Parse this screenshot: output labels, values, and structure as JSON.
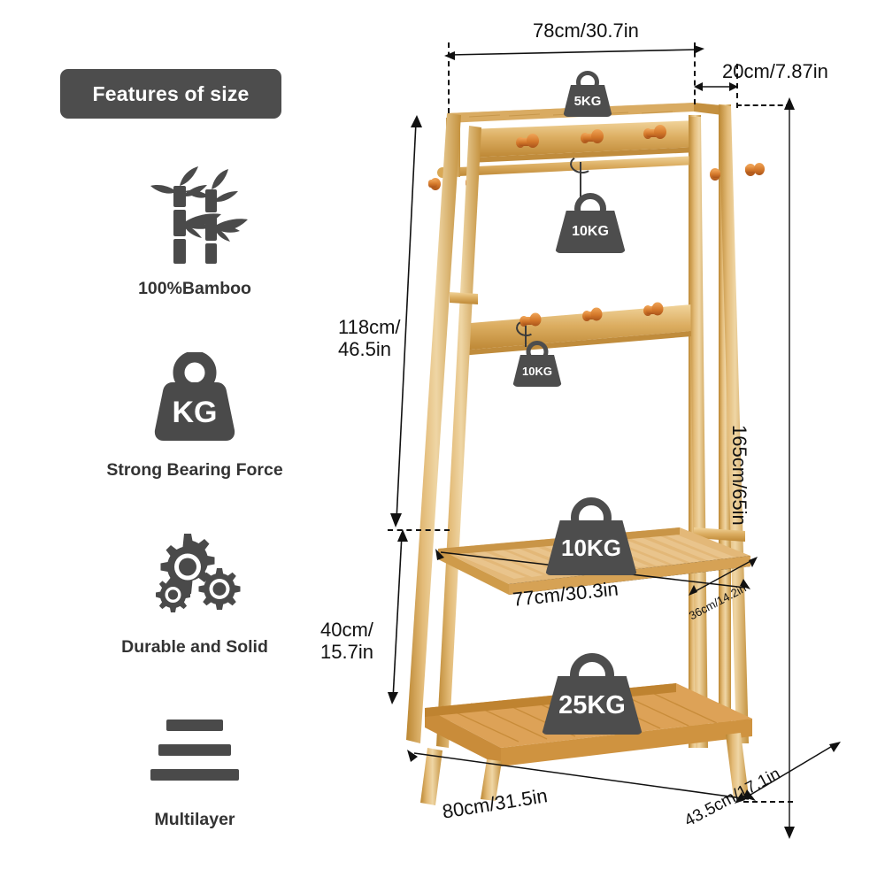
{
  "header": {
    "badge_label": "Features of size"
  },
  "features": [
    {
      "icon": "bamboo-icon",
      "label": "100%Bamboo"
    },
    {
      "icon": "kg-weight-icon",
      "label": "Strong Bearing Force",
      "icon_text": "KG"
    },
    {
      "icon": "gears-icon",
      "label": "Durable and Solid"
    },
    {
      "icon": "layers-icon",
      "label": "Multilayer"
    }
  ],
  "dimensions": {
    "top_shelf_width": "78cm/30.7in",
    "top_shelf_depth": "20cm/7.87in",
    "upper_height": "118cm/\n46.5in",
    "upper_height_line1": "118cm/",
    "upper_height_line2": "46.5in",
    "lower_height_line1": "40cm/",
    "lower_height_line2": "15.7in",
    "total_height": "165cm/65in",
    "middle_shelf_width": "77cm/30.3in",
    "middle_shelf_depth": "36cm/14.2in",
    "base_width": "80cm/31.5in",
    "base_depth": "43.5cm/17.1in"
  },
  "load_badges": {
    "top_shelf": "5KG",
    "hanging_rail": "10KG",
    "middle_rail": "10KG",
    "middle_shelf": "10KG",
    "bottom_shelf": "25KG"
  },
  "colors": {
    "badge_bg": "#4d4d4d",
    "icon_gray": "#4a4a4a",
    "text": "#1a1a1a",
    "wood_light": "#e8c178",
    "wood_mid": "#d9a44f",
    "wood_dark": "#b9812f",
    "peg_orange": "#d4782a",
    "background": "#ffffff"
  }
}
